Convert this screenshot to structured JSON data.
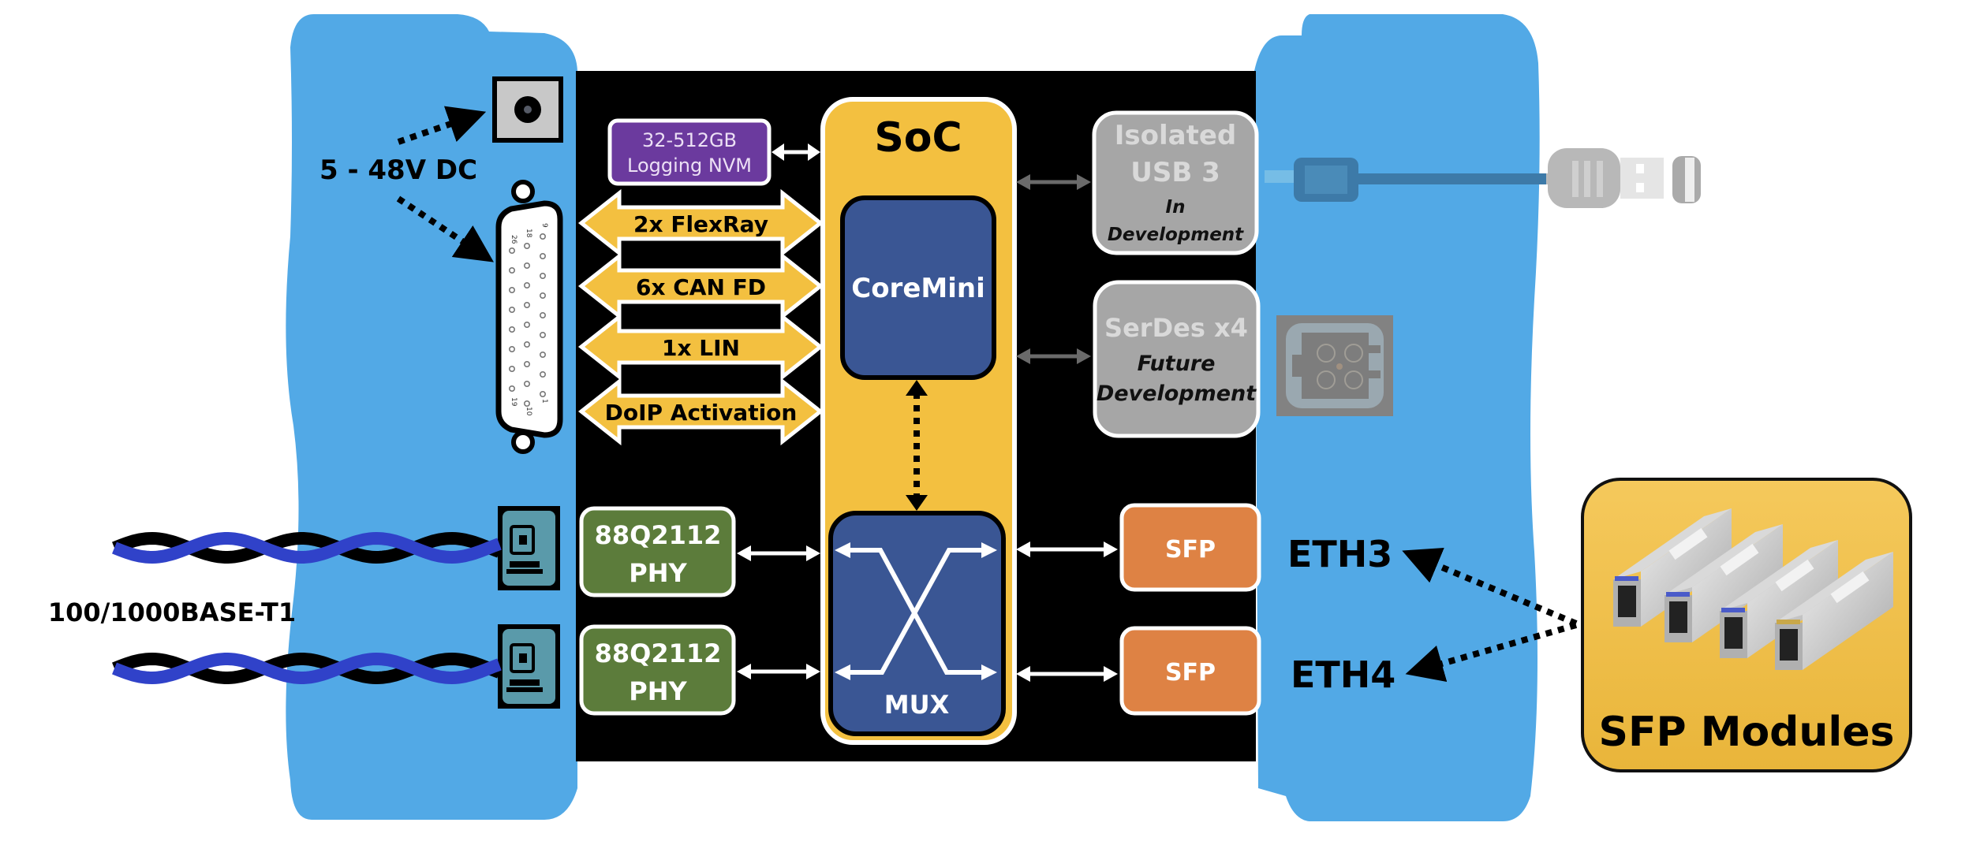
{
  "power": {
    "label": "5 - 48V DC"
  },
  "db_connector": {
    "pin_labels": [
      "9",
      "18",
      "26",
      "1",
      "10",
      "19"
    ]
  },
  "ethernet_cable": {
    "label": "100/1000BASE-T1"
  },
  "nvm": {
    "line1": "32-512GB",
    "line2": "Logging NVM"
  },
  "buses": [
    {
      "label": "2x FlexRay"
    },
    {
      "label": "6x CAN FD"
    },
    {
      "label": "1x LIN"
    },
    {
      "label": "DoIP Activation"
    }
  ],
  "soc": {
    "title": "SoC",
    "coremini": "CoreMini",
    "mux": "MUX"
  },
  "phys": [
    {
      "line1": "88Q2112",
      "line2": "PHY"
    },
    {
      "line1": "88Q2112",
      "line2": "PHY"
    }
  ],
  "usb": {
    "line1": "Isolated",
    "line2": "USB 3",
    "status1": "In",
    "status2": "Development"
  },
  "serdes": {
    "line1": "SerDes x4",
    "status1": "Future",
    "status2": "Development"
  },
  "sfp_ports": [
    {
      "label": "SFP",
      "eth": "ETH3"
    },
    {
      "label": "SFP",
      "eth": "ETH4"
    }
  ],
  "sfp_modules": {
    "label": "SFP Modules"
  },
  "colors": {
    "housing_blue": "#52a9e6",
    "board_black": "#000000",
    "soc_yellow": "#f3c040",
    "core_blue": "#3a5694",
    "nvm_purple": "#6b3a9e",
    "phy_green": "#5c7c3b",
    "sfp_orange": "#de8244",
    "future_gray": "#a6a6a6",
    "cable_blue": "#3042c9"
  }
}
